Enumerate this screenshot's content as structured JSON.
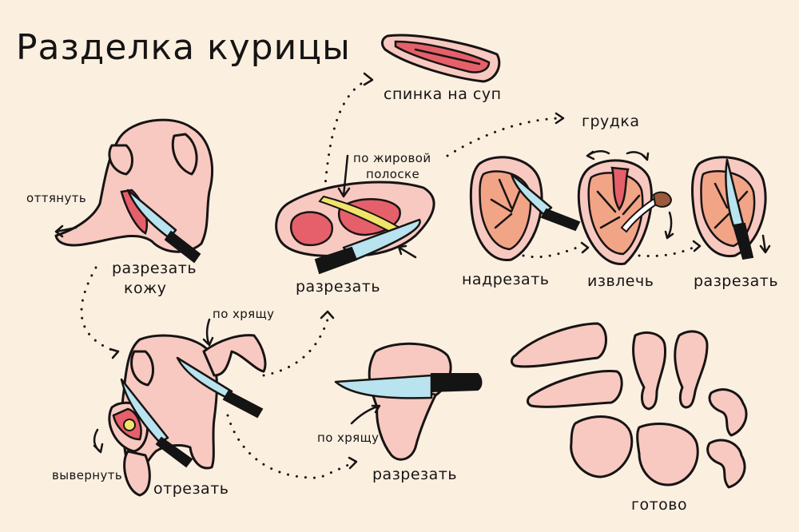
{
  "title": "Разделка курицы",
  "labels": {
    "ottyanut": "оттянуть",
    "razrezat_kozhu_1": "разрезать",
    "razrezat_kozhu_2": "кожу",
    "po_zhirovoy_1": "по жировой",
    "po_zhirovoy_2": "полоске",
    "razrezat_center": "разрезать",
    "spinka": "спинка на суп",
    "grudka": "грудка",
    "nadrezat": "надрезать",
    "izvlech": "извлечь",
    "razrezat_breast": "разрезать",
    "po_khryashchu_top": "по хрящу",
    "vyvernut": "вывернуть",
    "otrezat": "отрезать",
    "po_khryashchu_bottom": "по хрящу",
    "razrezat_leg": "разрезать",
    "gotovo": "готово"
  },
  "colors": {
    "background": "#fbefe0",
    "ink": "#161413",
    "skin": "#f8c9c1",
    "meat": "#e5606a",
    "fillet": "#f2a487",
    "fat": "#f1e46a",
    "blade": "#b8e3ef",
    "handle": "#141414"
  },
  "icons": [
    "knife-icon",
    "arrow-icon",
    "chicken-carcass-icon",
    "chicken-breast-icon",
    "chicken-leg-icon",
    "bone-icon"
  ]
}
